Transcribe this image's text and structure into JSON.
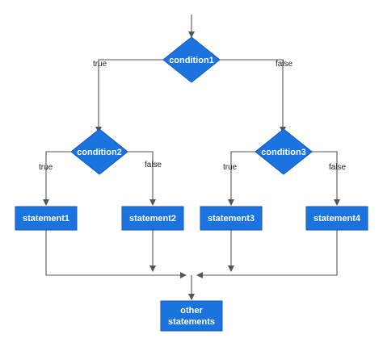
{
  "diagram": {
    "colors": {
      "node_fill": "#1b73e0",
      "node_stroke": "#1457b5",
      "edge": "#555555",
      "node_text": "#ffffff",
      "edge_label": "#222222"
    },
    "nodes": {
      "condition1": {
        "label": "condition1",
        "shape": "diamond"
      },
      "condition2": {
        "label": "condition2",
        "shape": "diamond"
      },
      "condition3": {
        "label": "condition3",
        "shape": "diamond"
      },
      "statement1": {
        "label": "statement1",
        "shape": "rectangle"
      },
      "statement2": {
        "label": "statement2",
        "shape": "rectangle"
      },
      "statement3": {
        "label": "statement3",
        "shape": "rectangle"
      },
      "statement4": {
        "label": "statement4",
        "shape": "rectangle"
      },
      "other_statements": {
        "label_line1": "other",
        "label_line2": "statements",
        "shape": "rectangle"
      }
    },
    "edge_labels": {
      "c1_true": "true",
      "c1_false": "false",
      "c2_true": "true",
      "c2_false": "false",
      "c3_true": "true",
      "c3_false": "false"
    }
  }
}
